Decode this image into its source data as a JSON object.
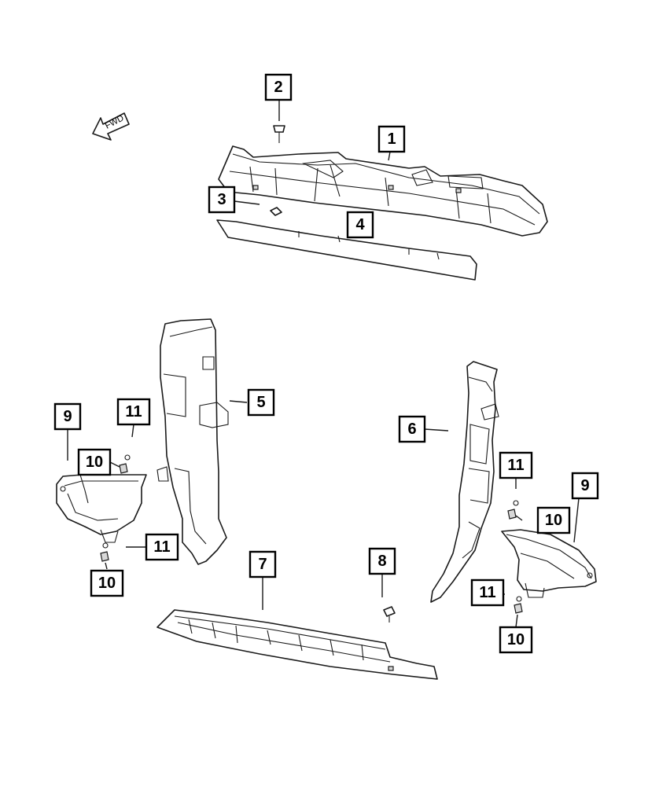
{
  "fwd_label": "FWD",
  "callouts": {
    "c1": "1",
    "c2": "2",
    "c3": "3",
    "c4": "4",
    "c5": "5",
    "c6": "6",
    "c7": "7",
    "c8": "8",
    "c9_left": "9",
    "c9_right": "9",
    "c10_left_upper": "10",
    "c10_left_lower": "10",
    "c10_right_upper": "10",
    "c10_right_lower": "10",
    "c11_left_upper": "11",
    "c11_left_lower": "11",
    "c11_right_upper": "11",
    "c11_right_lower": "11"
  }
}
